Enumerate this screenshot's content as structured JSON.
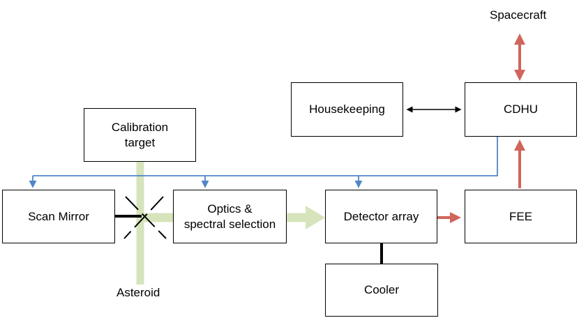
{
  "blocks": {
    "spacecraft": "Spacecraft",
    "housekeeping": "Housekeeping",
    "cdhu": "CDHU",
    "calibration_target": "Calibration\ntarget",
    "scan_mirror": "Scan Mirror",
    "optics": "Optics &\nspectral selection",
    "detector_array": "Detector array",
    "fee": "FEE",
    "cooler": "Cooler",
    "asteroid": "Asteroid"
  },
  "colors": {
    "light_path": "#d6e4bc",
    "data_link": "#d0655b",
    "control_link": "#4f86c6",
    "housekeeping_link": "#000000"
  }
}
